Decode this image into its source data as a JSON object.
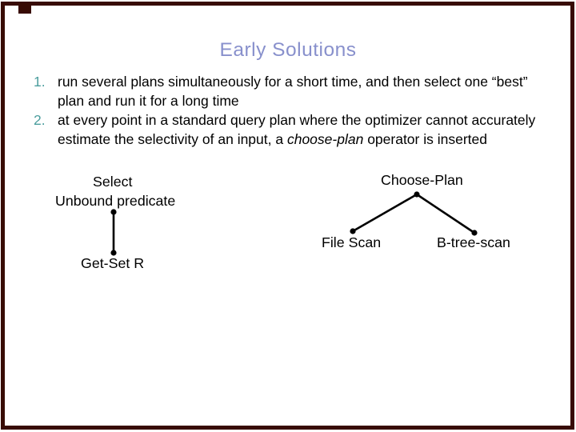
{
  "slide": {
    "title": "Early Solutions",
    "colors": {
      "title": "#8890CC",
      "list_number": "#4C9E9E",
      "border": "#380C05",
      "text": "#000000"
    }
  },
  "list": {
    "items": [
      {
        "number": "1.",
        "line1": "run several plans simultaneously for a short time, and then select one “best”",
        "line2": "plan and run it for a long time"
      },
      {
        "number": "2.",
        "line1": "at every point in a standard query plan where the optimizer cannot accurately",
        "line2_pre": "estimate the selectivity of an input, a ",
        "line2_italic": "choose-plan",
        "line2_post": " operator is inserted"
      }
    ]
  },
  "diagrams": {
    "select_plan": {
      "operator": "Select",
      "predicate": "Unbound predicate",
      "leaf": "Get-Set R"
    },
    "choose_plan": {
      "root": "Choose-Plan",
      "left_leaf": "File Scan",
      "right_leaf": "B-tree-scan"
    }
  }
}
